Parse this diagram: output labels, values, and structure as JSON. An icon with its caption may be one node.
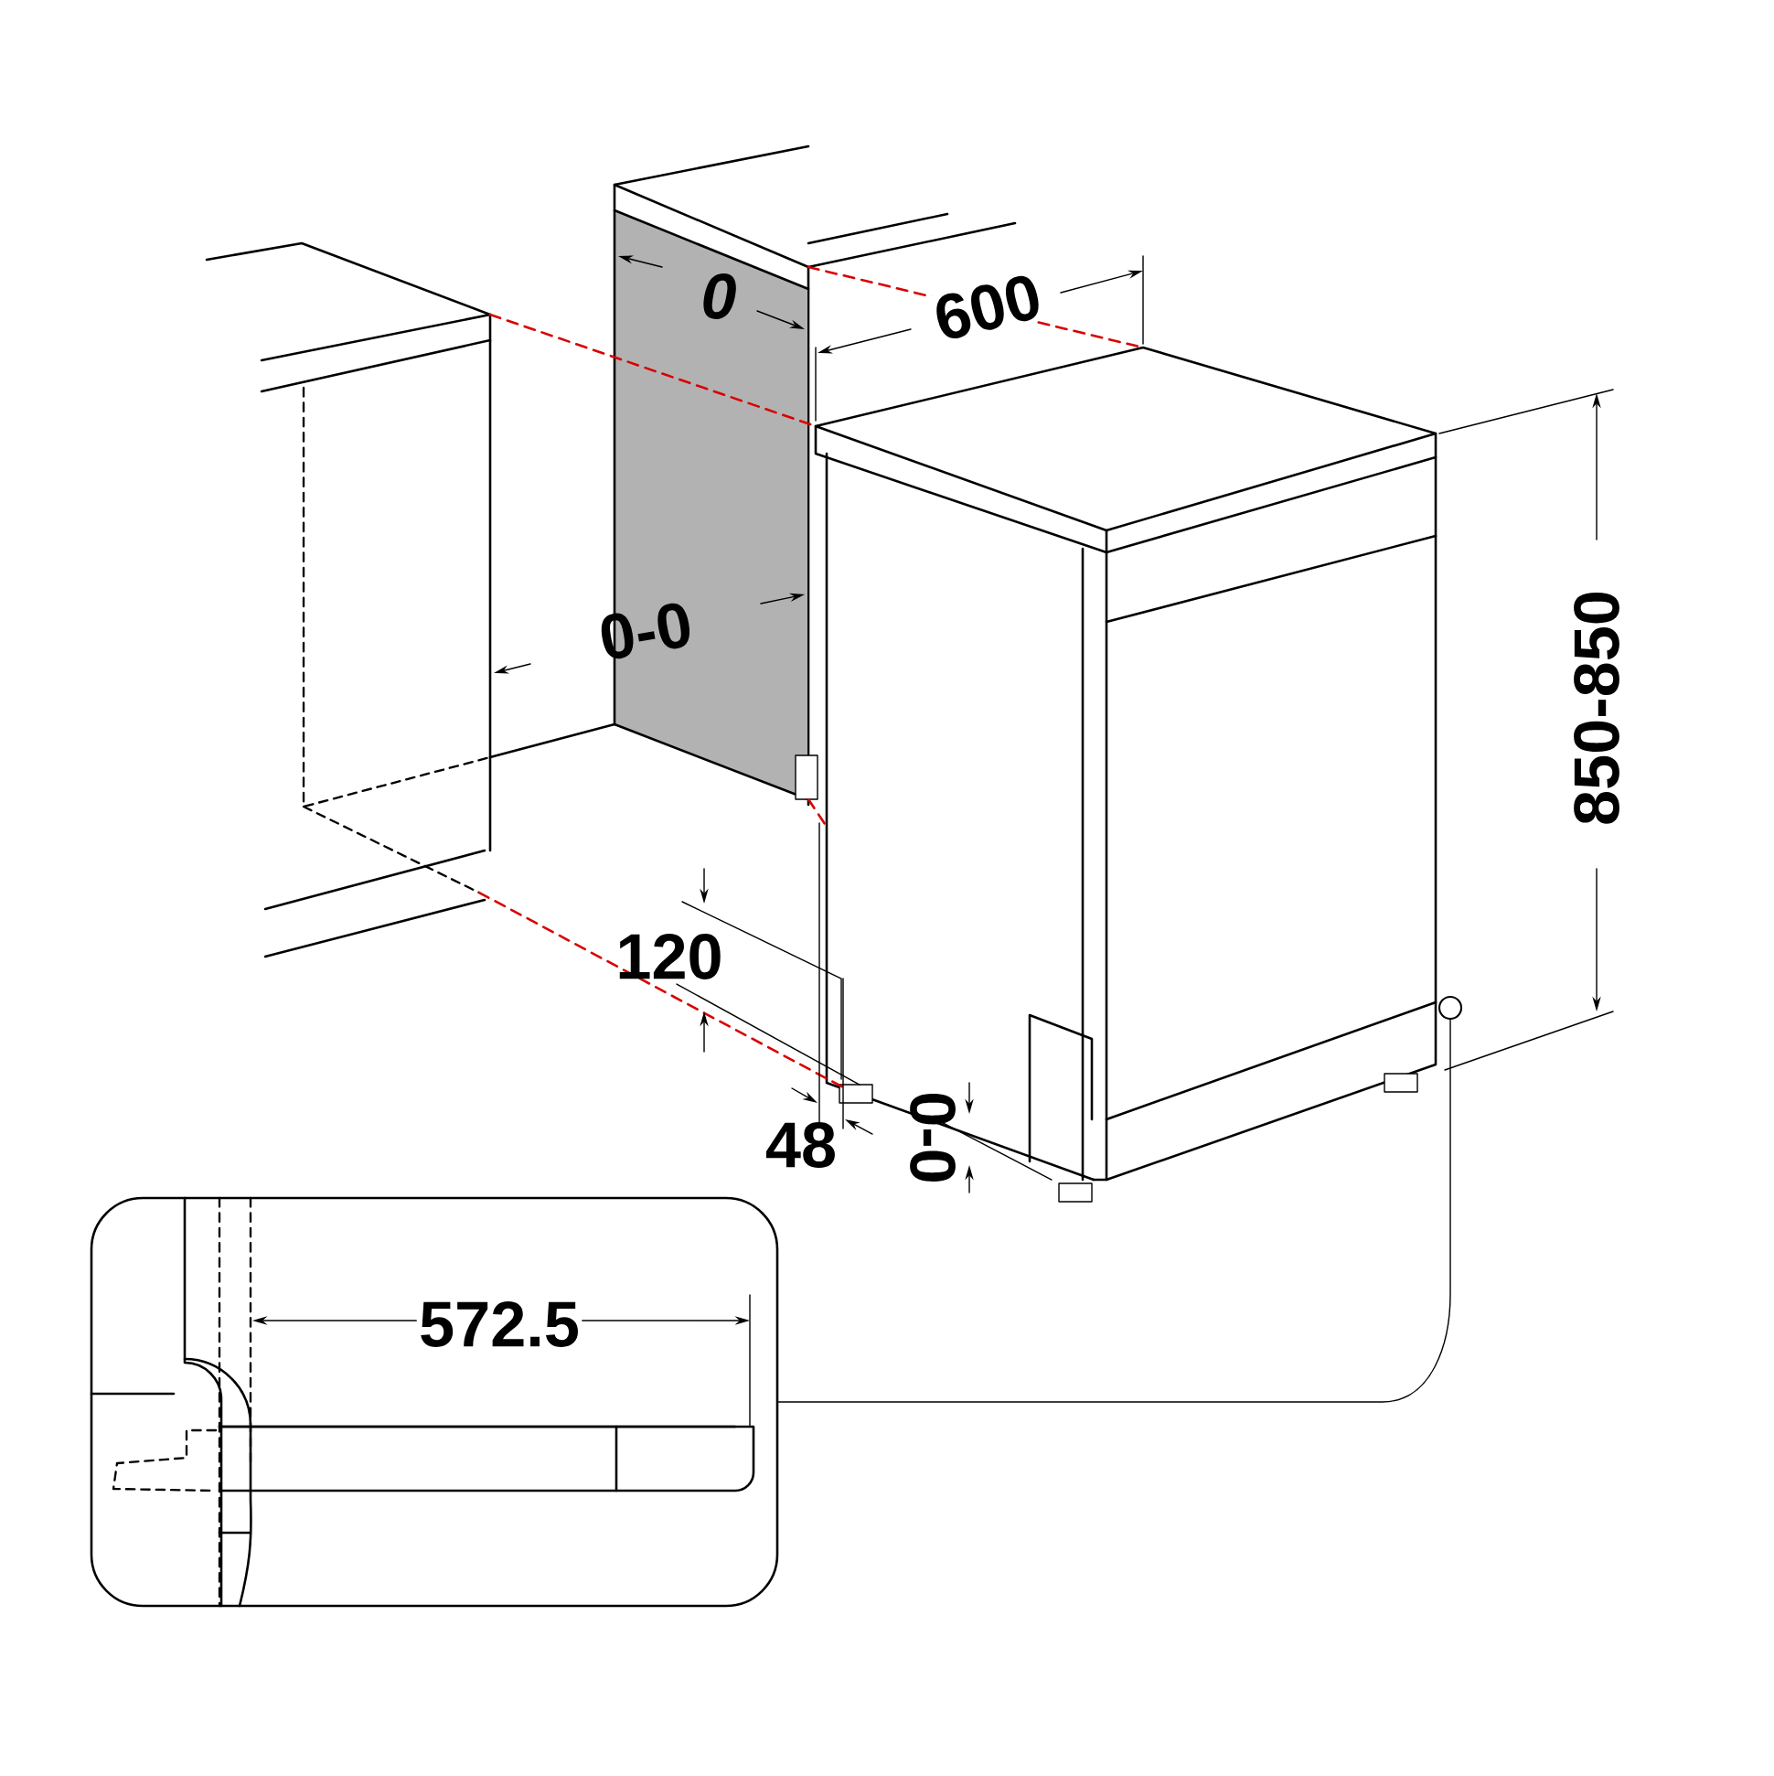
{
  "diagram": {
    "nodes": [
      {
        "text": [],
        "shape": "circle"
      },
      {
        "text": [],
        "shape": "box"
      }
    ],
    "edges": [
      {
        "from": 0,
        "to": 1,
        "arrow": "none"
      }
    ],
    "labels": [
      "0",
      "600",
      "0-0",
      "850-850",
      "120",
      "48",
      "0-0",
      "572.5"
    ]
  }
}
